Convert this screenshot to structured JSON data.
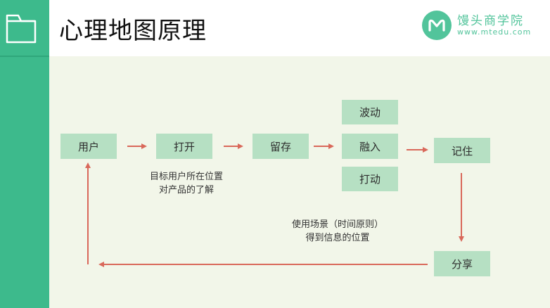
{
  "header": {
    "title": "心理地图原理",
    "logo_name": "馒头商学院",
    "logo_url": "www.mtedu.com"
  },
  "colors": {
    "sidebar": "#3dba8c",
    "node_fill": "#b6e0c3",
    "canvas": "#f2f6e9",
    "arrow": "#d9685a",
    "logo": "#52c49b"
  },
  "icons": {
    "sidebar_icon": "folder-icon",
    "logo_icon": "mtedu-logo-icon"
  },
  "diagram": {
    "nodes": {
      "user": "用户",
      "open": "打开",
      "retain": "留存",
      "fluctuate": "波动",
      "blend": "融入",
      "touch": "打动",
      "remember": "记住",
      "share": "分享"
    },
    "notes": {
      "position_line1": "目标用户所在位置",
      "position_line2": "对产品的了解",
      "scene_line1": "使用场景（时间原则）",
      "scene_line2": "得到信息的位置"
    }
  }
}
